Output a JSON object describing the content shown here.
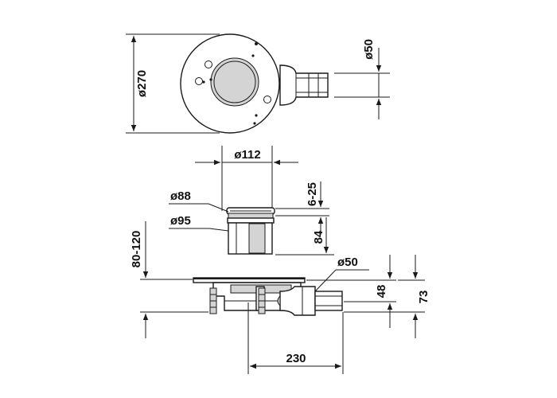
{
  "dimensions": {
    "top_view": {
      "outer_diameter": "ø270",
      "outlet_diameter": "ø50",
      "center_diameter": "ø112"
    },
    "side_view": {
      "cap_diameter": "ø88",
      "body_diameter": "ø95",
      "cap_adjust_range": "6-25",
      "body_height": "84",
      "install_height_range": "80-120",
      "outlet_diameter": "ø50",
      "outlet_height": "48",
      "total_outlet_height": "73",
      "outlet_length": "230"
    }
  },
  "colors": {
    "line": "#1a1a1a",
    "shading": "#d4d4d4",
    "background": "#ffffff"
  }
}
